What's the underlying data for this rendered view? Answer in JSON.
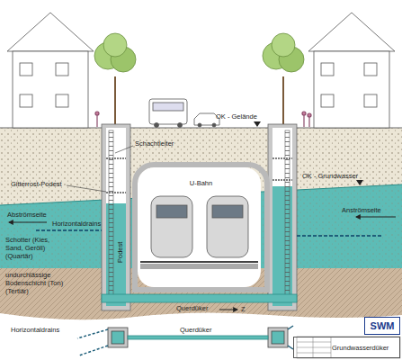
{
  "diagram": {
    "nodes": [
      {
        "text": [
          "U-Bahn"
        ]
      },
      {
        "text": [
          "SWM"
        ]
      },
      {
        "text": [
          "Grundwasserdüker"
        ]
      }
    ],
    "labels": [
      "Gitterrost-Podest",
      "Schachtleiter",
      "OK - Gelände",
      "OK - Grundwasser",
      "Abströmseite",
      "Horizontaldrains",
      "Anströmseite",
      "Podest",
      "Schotter (Kies, Sand, Geröll) (Quartär)",
      "undurchlässige Bodenschicht (Ton) (Tertiär)",
      "Querdüker",
      "Z",
      "Horizontaldrains",
      "Querdüker"
    ]
  }
}
